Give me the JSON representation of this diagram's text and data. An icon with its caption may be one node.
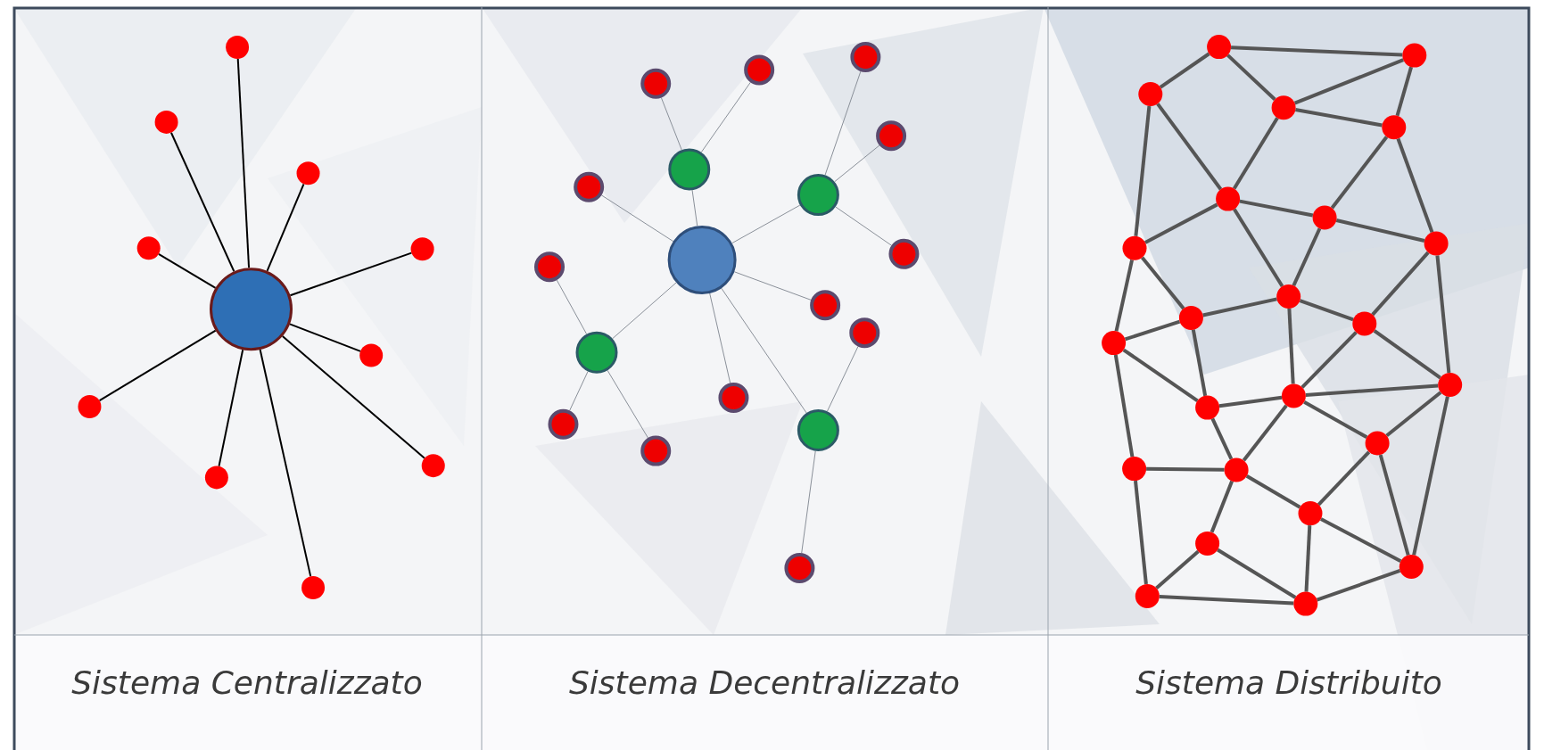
{
  "diagram": {
    "nodes": [
      {
        "text": [],
        "shape": "circle"
      },
      {
        "text": [],
        "shape": "circle"
      },
      {
        "text": [],
        "shape": "circle"
      },
      {
        "text": [],
        "shape": "circle"
      },
      {
        "text": [],
        "shape": "circle"
      },
      {
        "text": [],
        "shape": "circle"
      },
      {
        "text": [],
        "shape": "circle"
      },
      {
        "text": [],
        "shape": "circle"
      },
      {
        "text": [],
        "shape": "circle"
      },
      {
        "text": [],
        "shape": "circle"
      },
      {
        "text": [],
        "shape": "circle"
      },
      {
        "text": [],
        "shape": "circle"
      },
      {
        "text": [],
        "shape": "circle"
      },
      {
        "text": [],
        "shape": "circle"
      },
      {
        "text": [],
        "shape": "circle"
      },
      {
        "text": [],
        "shape": "circle"
      },
      {
        "text": [],
        "shape": "circle"
      },
      {
        "text": [],
        "shape": "circle"
      },
      {
        "text": [],
        "shape": "circle"
      },
      {
        "text": [],
        "shape": "circle"
      },
      {
        "text": [],
        "shape": "circle"
      },
      {
        "text": [],
        "shape": "circle"
      },
      {
        "text": [],
        "shape": "circle"
      },
      {
        "text": [],
        "shape": "circle"
      },
      {
        "text": [],
        "shape": "circle"
      },
      {
        "text": [],
        "shape": "circle"
      },
      {
        "text": [],
        "shape": "circle"
      },
      {
        "text": [],
        "shape": "circle"
      },
      {
        "text": [],
        "shape": "circle"
      },
      {
        "text": [],
        "shape": "circle"
      },
      {
        "text": [],
        "shape": "circle"
      },
      {
        "text": [],
        "shape": "circle"
      },
      {
        "text": [],
        "shape": "circle"
      },
      {
        "text": [],
        "shape": "circle"
      },
      {
        "text": [],
        "shape": "circle"
      },
      {
        "text": [],
        "shape": "circle"
      },
      {
        "text": [],
        "shape": "circle"
      },
      {
        "text": [],
        "shape": "circle"
      },
      {
        "text": [],
        "shape": "circle"
      },
      {
        "text": [],
        "shape": "circle"
      },
      {
        "text": [],
        "shape": "circle"
      },
      {
        "text": [],
        "shape": "circle"
      },
      {
        "text": [],
        "shape": "circle"
      },
      {
        "text": [],
        "shape": "circle"
      },
      {
        "text": [],
        "shape": "circle"
      },
      {
        "text": [],
        "shape": "circle"
      },
      {
        "text": [],
        "shape": "circle"
      },
      {
        "text": [],
        "shape": "circle"
      },
      {
        "text": [],
        "shape": "circle"
      },
      {
        "text": [],
        "shape": "circle"
      },
      {
        "text": [],
        "shape": "circle"
      },
      {
        "text": [],
        "shape": "circle"
      },
      {
        "text": [],
        "shape": "circle"
      }
    ],
    "edges": [
      {
        "from": 0,
        "to": 1,
        "arrow": "none",
        "color": "#000000"
      },
      {
        "from": 0,
        "to": 2,
        "arrow": "none",
        "color": "#000000"
      },
      {
        "from": 0,
        "to": 3,
        "arrow": "none",
        "color": "#000000"
      },
      {
        "from": 0,
        "to": 4,
        "arrow": "none",
        "color": "#000000"
      },
      {
        "from": 0,
        "to": 5,
        "arrow": "none",
        "color": "#000000"
      },
      {
        "from": 0,
        "to": 6,
        "arrow": "none",
        "color": "#000000"
      },
      {
        "from": 0,
        "to": 7,
        "arrow": "none",
        "color": "#000000"
      },
      {
        "from": 0,
        "to": 8,
        "arrow": "none",
        "color": "#000000"
      },
      {
        "from": 0,
        "to": 9,
        "arrow": "none",
        "color": "#000000"
      },
      {
        "from": 0,
        "to": 10,
        "arrow": "none",
        "color": "#000000"
      },
      {
        "from": 11,
        "to": 12,
        "arrow": "none",
        "color": "#8a9099"
      },
      {
        "from": 11,
        "to": 13,
        "arrow": "none",
        "color": "#8a9099"
      },
      {
        "from": 11,
        "to": 14,
        "arrow": "none",
        "color": "#8a9099"
      },
      {
        "from": 11,
        "to": 15,
        "arrow": "none",
        "color": "#8a9099"
      },
      {
        "from": 11,
        "to": 20,
        "arrow": "none",
        "color": "#8a9099"
      },
      {
        "from": 11,
        "to": 23,
        "arrow": "none",
        "color": "#8a9099"
      },
      {
        "from": 11,
        "to": 25,
        "arrow": "none",
        "color": "#8a9099"
      },
      {
        "from": 12,
        "to": 16,
        "arrow": "none",
        "color": "#8a9099"
      },
      {
        "from": 12,
        "to": 17,
        "arrow": "none",
        "color": "#8a9099"
      },
      {
        "from": 13,
        "to": 18,
        "arrow": "none",
        "color": "#8a9099"
      },
      {
        "from": 13,
        "to": 19,
        "arrow": "none",
        "color": "#8a9099"
      },
      {
        "from": 13,
        "to": 21,
        "arrow": "none",
        "color": "#8a9099"
      },
      {
        "from": 14,
        "to": 22,
        "arrow": "none",
        "color": "#8a9099"
      },
      {
        "from": 14,
        "to": 26,
        "arrow": "none",
        "color": "#8a9099"
      },
      {
        "from": 14,
        "to": 27,
        "arrow": "none",
        "color": "#8a9099"
      },
      {
        "from": 15,
        "to": 24,
        "arrow": "none",
        "color": "#8a9099"
      },
      {
        "from": 15,
        "to": 28,
        "arrow": "none",
        "color": "#8a9099"
      },
      {
        "from": 29,
        "to": 30,
        "arrow": "none"
      },
      {
        "from": 29,
        "to": 31,
        "arrow": "none"
      },
      {
        "from": 29,
        "to": 32,
        "arrow": "none"
      },
      {
        "from": 32,
        "to": 30,
        "arrow": "none"
      },
      {
        "from": 32,
        "to": 33,
        "arrow": "none"
      },
      {
        "from": 30,
        "to": 33,
        "arrow": "none"
      },
      {
        "from": 31,
        "to": 34,
        "arrow": "none"
      },
      {
        "from": 31,
        "to": 36,
        "arrow": "none"
      },
      {
        "from": 32,
        "to": 34,
        "arrow": "none"
      },
      {
        "from": 33,
        "to": 35,
        "arrow": "none"
      },
      {
        "from": 33,
        "to": 37,
        "arrow": "none"
      },
      {
        "from": 34,
        "to": 36,
        "arrow": "none"
      },
      {
        "from": 34,
        "to": 35,
        "arrow": "none"
      },
      {
        "from": 34,
        "to": 38,
        "arrow": "none"
      },
      {
        "from": 35,
        "to": 38,
        "arrow": "none"
      },
      {
        "from": 35,
        "to": 37,
        "arrow": "none"
      },
      {
        "from": 36,
        "to": 41,
        "arrow": "none"
      },
      {
        "from": 36,
        "to": 39,
        "arrow": "none"
      },
      {
        "from": 37,
        "to": 40,
        "arrow": "none"
      },
      {
        "from": 37,
        "to": 42,
        "arrow": "none"
      },
      {
        "from": 38,
        "to": 39,
        "arrow": "none"
      },
      {
        "from": 38,
        "to": 40,
        "arrow": "none"
      },
      {
        "from": 38,
        "to": 43,
        "arrow": "none"
      },
      {
        "from": 39,
        "to": 41,
        "arrow": "none"
      },
      {
        "from": 39,
        "to": 44,
        "arrow": "none"
      },
      {
        "from": 40,
        "to": 43,
        "arrow": "none"
      },
      {
        "from": 40,
        "to": 42,
        "arrow": "none"
      },
      {
        "from": 41,
        "to": 44,
        "arrow": "none"
      },
      {
        "from": 41,
        "to": 46,
        "arrow": "none"
      },
      {
        "from": 44,
        "to": 43,
        "arrow": "none"
      },
      {
        "from": 44,
        "to": 47,
        "arrow": "none"
      },
      {
        "from": 43,
        "to": 42,
        "arrow": "none"
      },
      {
        "from": 43,
        "to": 45,
        "arrow": "none"
      },
      {
        "from": 43,
        "to": 47,
        "arrow": "none"
      },
      {
        "from": 42,
        "to": 45,
        "arrow": "none"
      },
      {
        "from": 42,
        "to": 50,
        "arrow": "none"
      },
      {
        "from": 45,
        "to": 48,
        "arrow": "none"
      },
      {
        "from": 45,
        "to": 50,
        "arrow": "none"
      },
      {
        "from": 46,
        "to": 47,
        "arrow": "none"
      },
      {
        "from": 46,
        "to": 51,
        "arrow": "none"
      },
      {
        "from": 47,
        "to": 49,
        "arrow": "none"
      },
      {
        "from": 47,
        "to": 48,
        "arrow": "none"
      },
      {
        "from": 48,
        "to": 50,
        "arrow": "none"
      },
      {
        "from": 48,
        "to": 52,
        "arrow": "none"
      },
      {
        "from": 49,
        "to": 51,
        "arrow": "none"
      },
      {
        "from": 49,
        "to": 52,
        "arrow": "none"
      },
      {
        "from": 51,
        "to": 52,
        "arrow": "none"
      },
      {
        "from": 52,
        "to": 50,
        "arrow": "none"
      }
    ],
    "labels": [
      "Sistema Centralizzato",
      "Sistema Decentralizzato",
      "Sistema Distribuito"
    ]
  }
}
